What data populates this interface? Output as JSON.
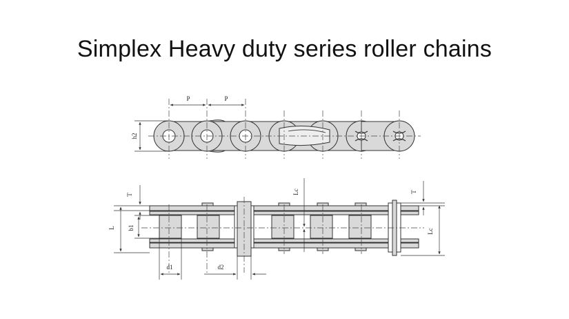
{
  "title": "Simplex Heavy duty series roller chains",
  "labels": {
    "pitch_1": "P",
    "pitch_2": "P",
    "h2": "h2",
    "T_left": "T",
    "L": "L",
    "b1": "b1",
    "Lc_top": "Lc",
    "T_right": "T",
    "Lc_right": "Lc",
    "d1": "d1",
    "d2": "d2"
  },
  "colors": {
    "plate": "#d9d9d9",
    "line": "#333333"
  }
}
